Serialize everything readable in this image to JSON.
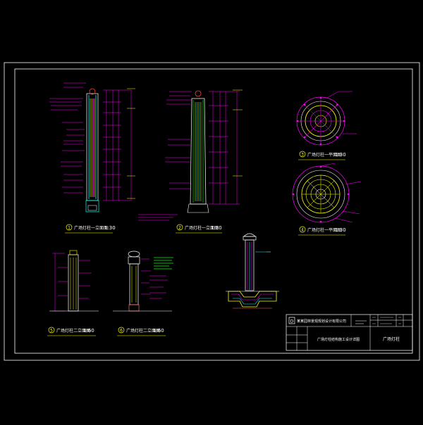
{
  "colors": {
    "background": "#000000",
    "frame": "#ffffff",
    "magenta": "#ff00ff",
    "cyan": "#00ffff",
    "yellow": "#ffff00",
    "green": "#00ff00",
    "white": "#ffffff",
    "red": "#ff0000"
  },
  "drawing": {
    "view1": {
      "num": "1",
      "label": "广场灯柱一立面图",
      "scale": "1:30"
    },
    "view2": {
      "num": "2",
      "label": "广场灯柱一立面图",
      "scale": "1:30"
    },
    "view3": {
      "num": "3",
      "label": "广场灯柱一平面图",
      "scale": "1:30"
    },
    "view4": {
      "num": "4",
      "label": "广场灯柱一平面图",
      "scale": "1:30"
    },
    "view5": {
      "num": "5",
      "label": "广场灯柱二立面图",
      "scale": "1:60"
    },
    "view6": {
      "num": "6",
      "label": "广场灯柱二立面图",
      "scale": "1:60"
    }
  },
  "title_block": {
    "company": "某某园林景观规划设计有限公司",
    "logo_text": "D",
    "drawing_title": "广场灯柱结构施工设计详图",
    "sheet_name": "广场灯柱"
  }
}
